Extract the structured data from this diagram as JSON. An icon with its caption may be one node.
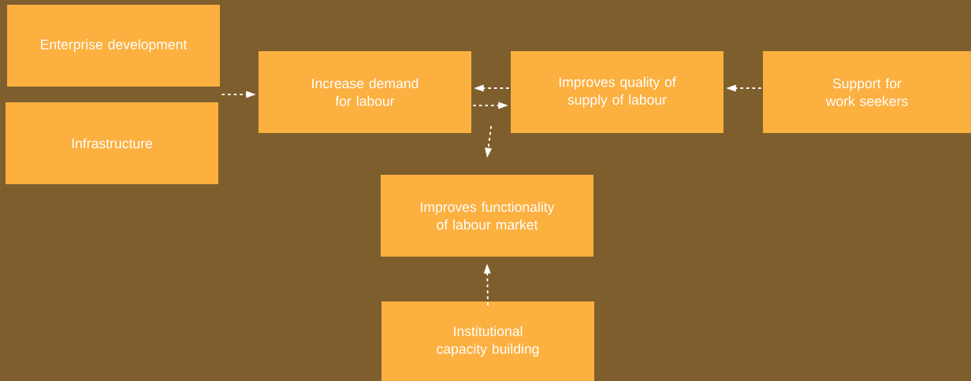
{
  "diagram": {
    "nodes": [
      {
        "text": [
          "Enterprise development"
        ]
      },
      {
        "text": [
          "Infrastructure"
        ]
      },
      {
        "text": [
          "Increase demand for labour"
        ]
      },
      {
        "text": [
          "Improves quality of supply of labour"
        ]
      },
      {
        "text": [
          "Support for work seekers"
        ]
      },
      {
        "text": [
          "Improves functionality of labour market"
        ]
      },
      {
        "text": [
          "Institutional capacity building"
        ]
      }
    ],
    "edges": [
      {
        "from": 0,
        "to": 2,
        "arrow": "to"
      },
      {
        "from": 1,
        "to": 2,
        "arrow": "to"
      },
      {
        "from": 3,
        "to": 2,
        "arrow": "to"
      },
      {
        "from": 2,
        "to": 3,
        "arrow": "to"
      },
      {
        "from": 4,
        "to": 3,
        "arrow": "to"
      },
      {
        "from": 2,
        "to": 5,
        "arrow": "to"
      },
      {
        "from": 3,
        "to": 5,
        "arrow": "to"
      },
      {
        "from": 6,
        "to": 5,
        "arrow": "to"
      }
    ]
  }
}
